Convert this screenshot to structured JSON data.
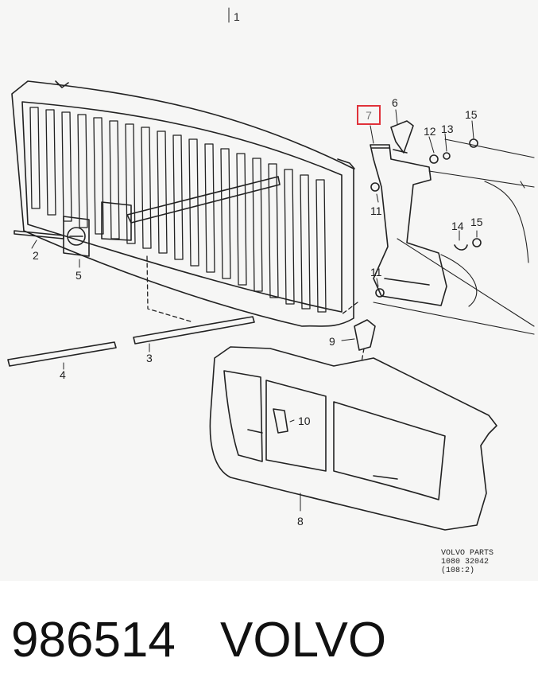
{
  "diagram": {
    "callouts": {
      "c1": "1",
      "c2": "2",
      "c3": "3",
      "c4": "4",
      "c5": "5",
      "c6": "6",
      "c7": "7",
      "c8": "8",
      "c9": "9",
      "c10": "10",
      "c11a": "11",
      "c11b": "11",
      "c12": "12",
      "c13": "13",
      "c14": "14",
      "c15a": "15",
      "c15b": "15"
    },
    "highlighted_callout": "7",
    "highlight_color": "#e0323a",
    "watermark": {
      "line1": "VOLVO PARTS",
      "line2": "1080 32042",
      "line3": "(108:2)"
    }
  },
  "footer": {
    "part_number": "986514",
    "brand": "VOLVO"
  }
}
